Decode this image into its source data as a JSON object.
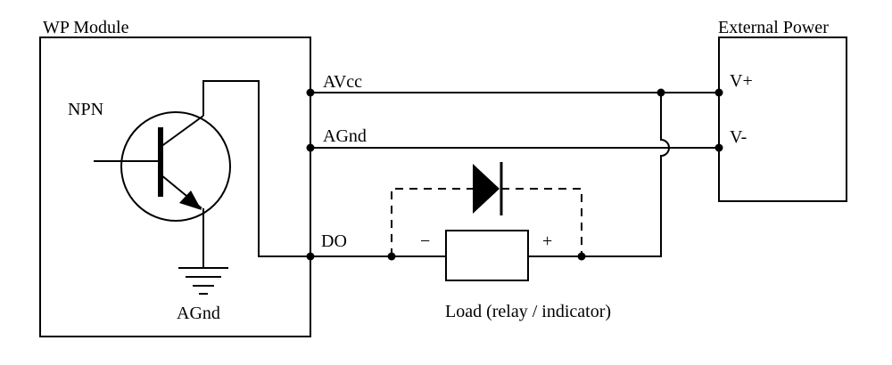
{
  "wp_module": {
    "title": "WP Module",
    "transistor_label": "NPN",
    "ground_label": "AGnd"
  },
  "terminals": {
    "avcc": "AVcc",
    "agnd": "AGnd",
    "do": "DO"
  },
  "external_power": {
    "title": "External Power",
    "v_plus": "V+",
    "v_minus": "V-"
  },
  "load": {
    "label": "Load (relay / indicator)",
    "minus": "−",
    "plus": "+"
  },
  "icons": [
    "npn-transistor-icon",
    "ground-icon",
    "diode-icon",
    "resistor-load-icon"
  ]
}
